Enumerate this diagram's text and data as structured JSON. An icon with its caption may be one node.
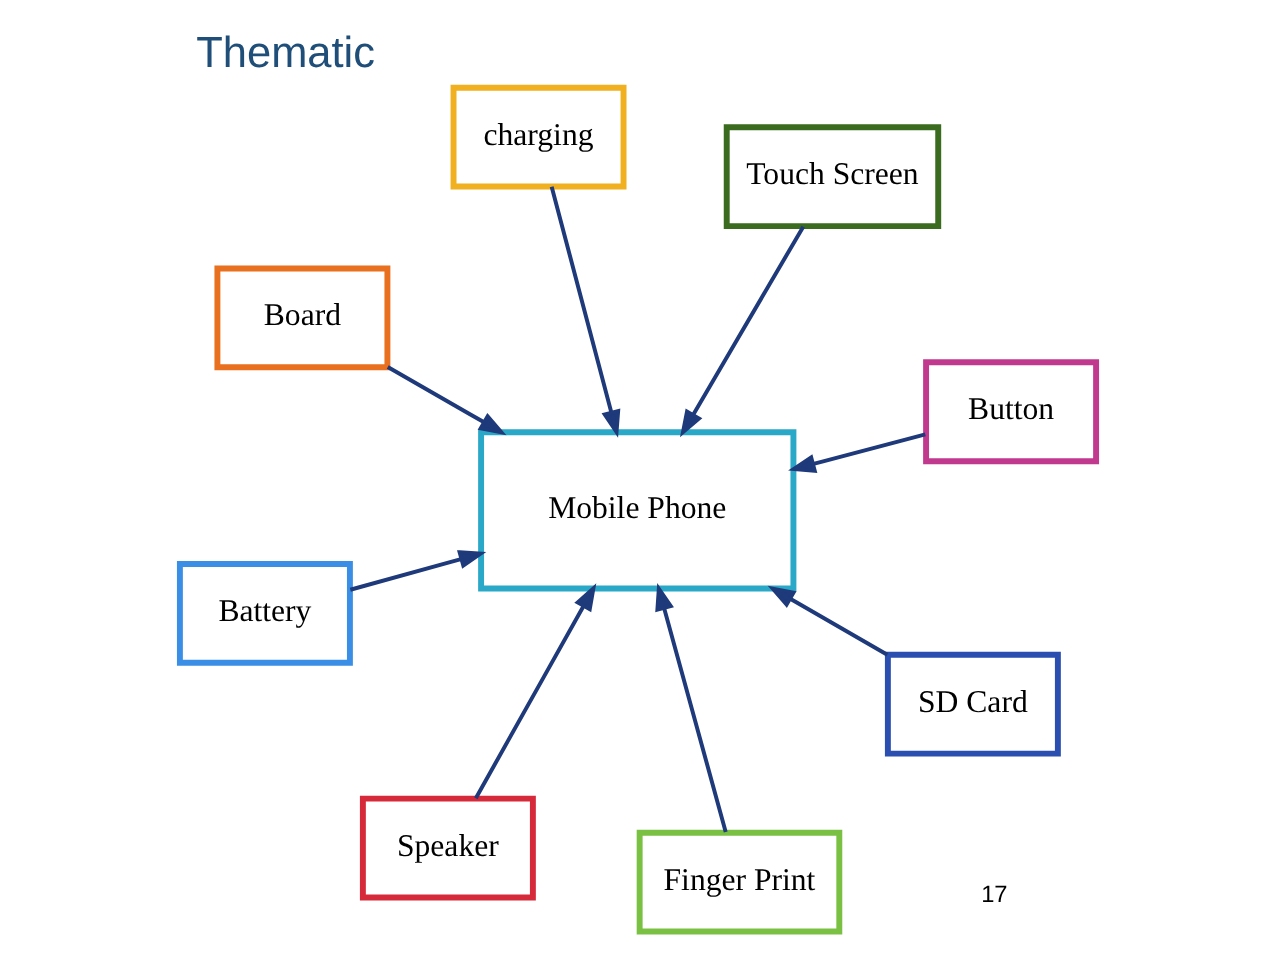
{
  "diagram": {
    "title": "Thematic",
    "nodes": [
      {
        "text": [
          "Mobile Phone"
        ]
      },
      {
        "text": [
          "Button"
        ]
      },
      {
        "text": [
          "Speaker"
        ]
      },
      {
        "text": [
          "Board"
        ]
      },
      {
        "text": [
          "Touch Screen"
        ]
      },
      {
        "text": [
          "charging"
        ]
      },
      {
        "text": [
          "Battery"
        ]
      },
      {
        "text": [
          "SD Card"
        ]
      },
      {
        "text": [
          "Finger Print"
        ]
      }
    ],
    "edges": [
      {
        "from": 1,
        "to": 0,
        "arrow": "to"
      },
      {
        "from": 2,
        "to": 0,
        "arrow": "to"
      },
      {
        "from": 3,
        "to": 0,
        "arrow": "to"
      },
      {
        "from": 4,
        "to": 0,
        "arrow": "to"
      },
      {
        "from": 5,
        "to": 0,
        "arrow": "to"
      },
      {
        "from": 6,
        "to": 0,
        "arrow": "to"
      },
      {
        "from": 7,
        "to": 0,
        "arrow": "to"
      },
      {
        "from": 8,
        "to": 0,
        "arrow": "to"
      }
    ],
    "labels": [
      "17"
    ]
  }
}
